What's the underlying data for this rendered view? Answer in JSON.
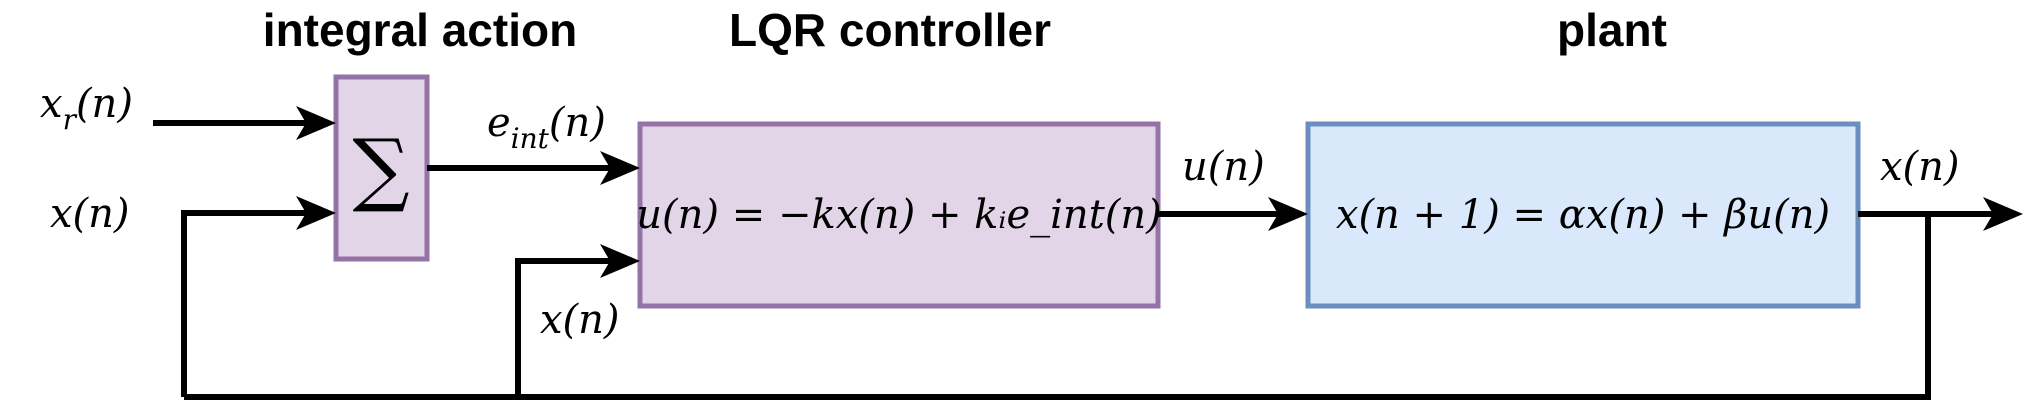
{
  "titles": {
    "integral_action": "integral action",
    "lqr_controller": "LQR controller",
    "plant": "plant"
  },
  "summing_junction": {
    "symbol": "∑"
  },
  "lqr_controller": {
    "equation": "u(n) = −kx(n) + kᵢe_int(n)"
  },
  "plant": {
    "equation": "x(n + 1) = αx(n) + βu(n)"
  },
  "signals": {
    "reference_input": "x_r(n)",
    "feedback_state_sum": "x(n)",
    "integral_error": "e_int(n)",
    "feedback_state_controller": "x(n)",
    "control_signal": "u(n)",
    "output_state": "x(n)"
  },
  "colors": {
    "purple_block_fill": "#e1d5e7",
    "purple_block_border": "#9673a6",
    "blue_block_fill": "#dae8fc",
    "blue_block_border": "#6c8ebf",
    "wire": "#000000"
  }
}
